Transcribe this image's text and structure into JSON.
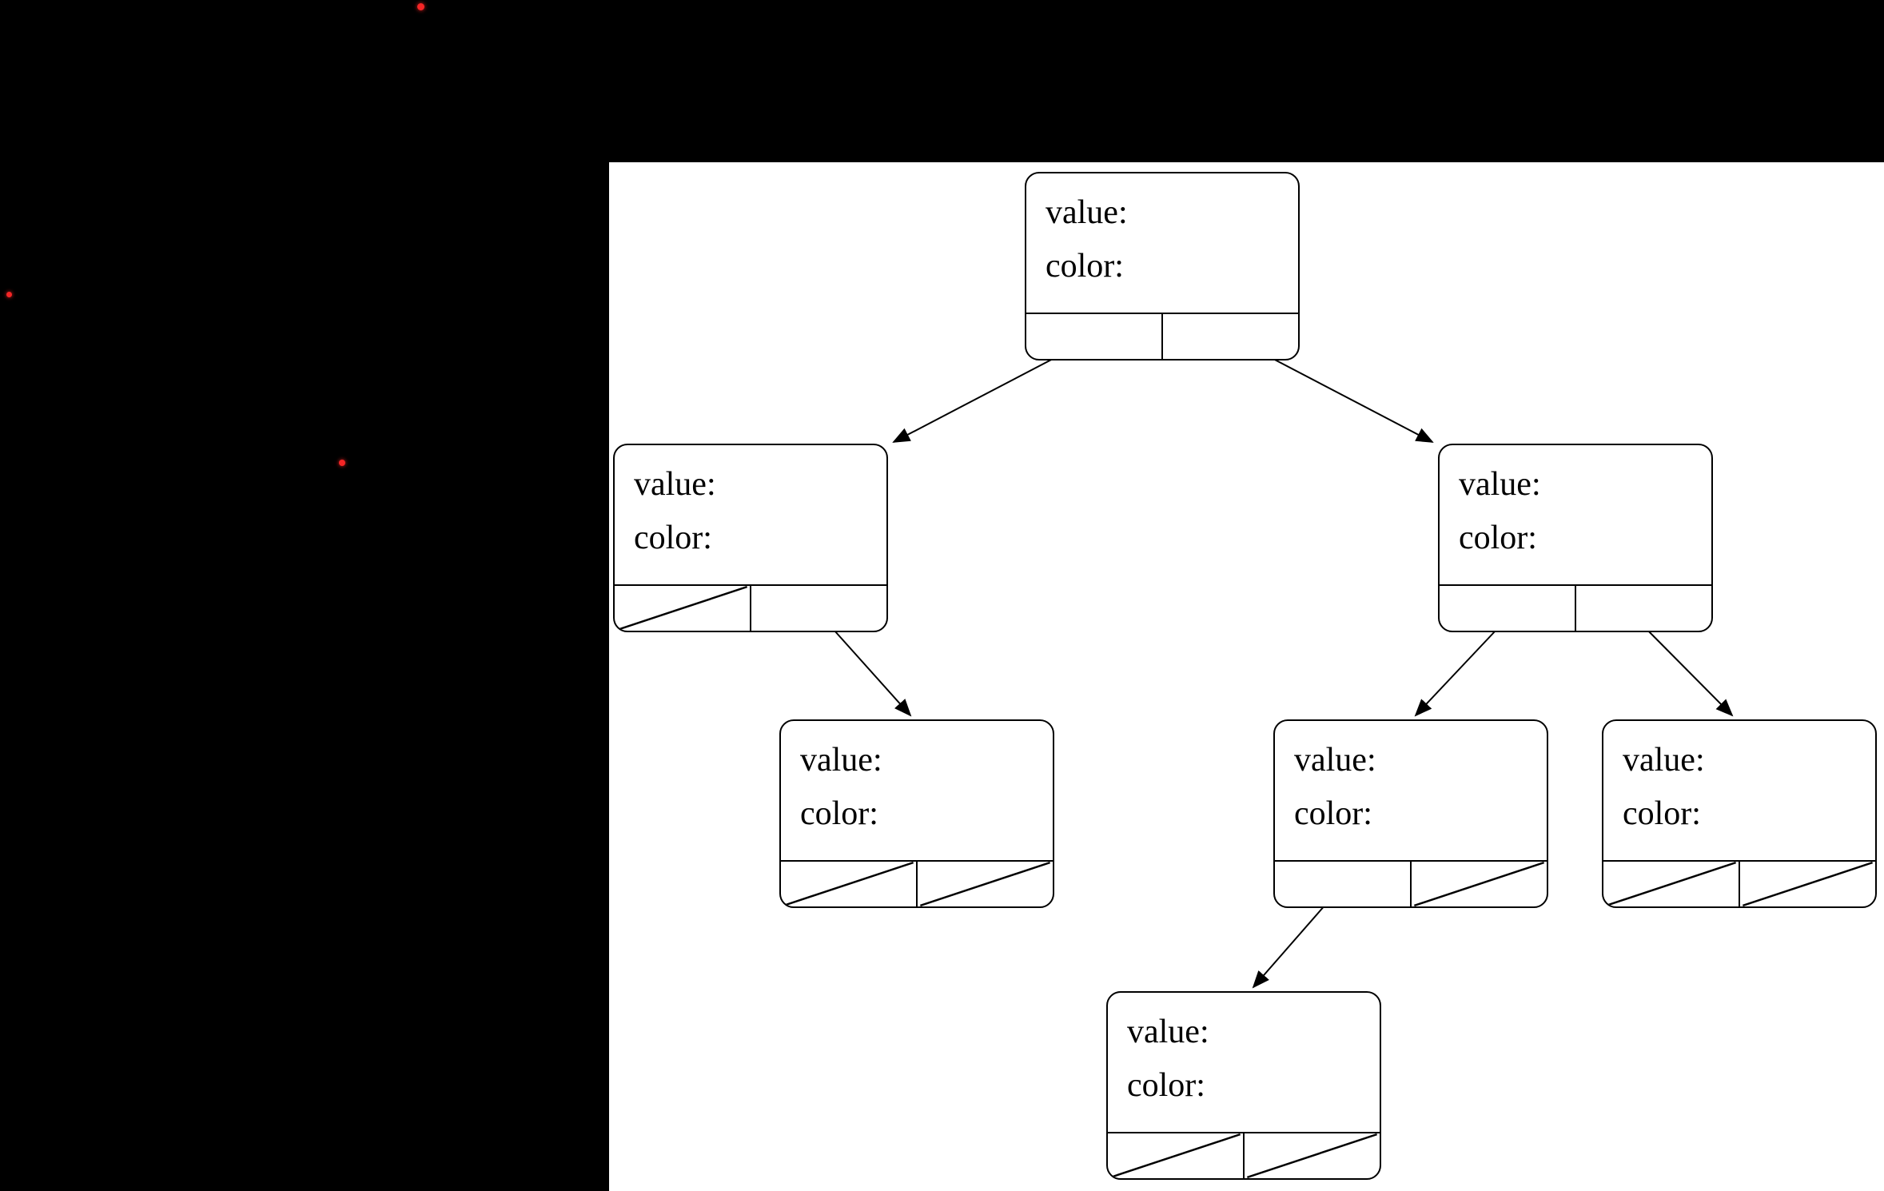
{
  "scene": {
    "background_color": "#000000",
    "panel_background_color": "#ffffff",
    "line_color": "#000000",
    "dot_color": "#f42525"
  },
  "tree": {
    "description": "binary tree of record nodes, each with value/color fields and left/right pointer cells; null pointers drawn as diagonal slashes",
    "nodes": [
      {
        "name": "root",
        "value_label": "value:",
        "color_label": "color:",
        "left_pointer": "child",
        "right_pointer": "child"
      },
      {
        "name": "left-child",
        "value_label": "value:",
        "color_label": "color:",
        "left_pointer": "null",
        "right_pointer": "child"
      },
      {
        "name": "right-child",
        "value_label": "value:",
        "color_label": "color:",
        "left_pointer": "child",
        "right_pointer": "child"
      },
      {
        "name": "left-right-grandchild",
        "value_label": "value:",
        "color_label": "color:",
        "left_pointer": "null",
        "right_pointer": "null"
      },
      {
        "name": "right-left-grandchild",
        "value_label": "value:",
        "color_label": "color:",
        "left_pointer": "child",
        "right_pointer": "null"
      },
      {
        "name": "right-right-grandchild",
        "value_label": "value:",
        "color_label": "color:",
        "left_pointer": "null",
        "right_pointer": "null"
      },
      {
        "name": "great-grandchild",
        "value_label": "value:",
        "color_label": "color:",
        "left_pointer": "null",
        "right_pointer": "null"
      }
    ],
    "edges": [
      {
        "from": "root",
        "pointer": "left",
        "to": "left-child"
      },
      {
        "from": "root",
        "pointer": "right",
        "to": "right-child"
      },
      {
        "from": "left-child",
        "pointer": "right",
        "to": "left-right-grandchild"
      },
      {
        "from": "right-child",
        "pointer": "left",
        "to": "right-left-grandchild"
      },
      {
        "from": "right-child",
        "pointer": "right",
        "to": "right-right-grandchild"
      },
      {
        "from": "right-left-grandchild",
        "pointer": "left",
        "to": "great-grandchild"
      }
    ]
  }
}
